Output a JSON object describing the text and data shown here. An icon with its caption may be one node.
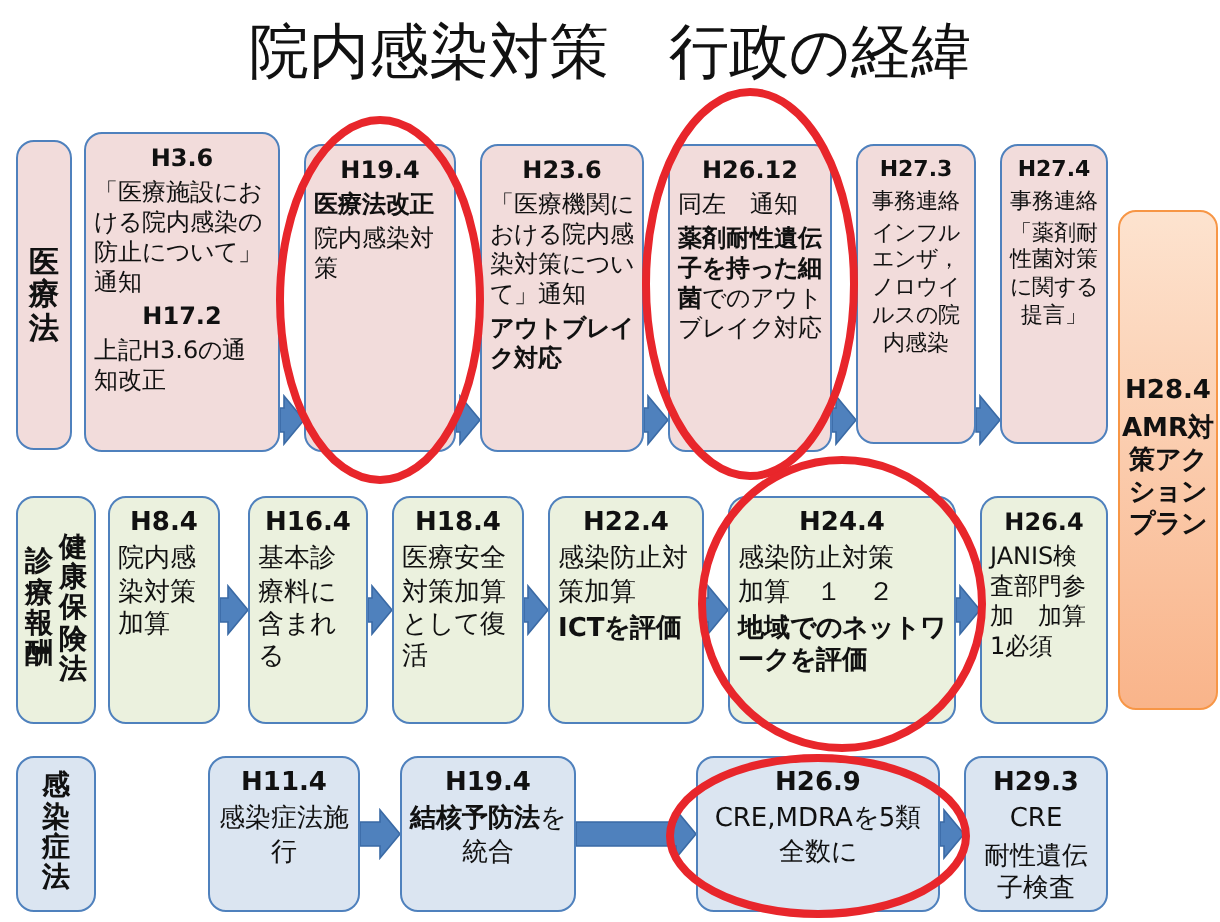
{
  "diagram": {
    "title": "院内感染対策　行政の経緯",
    "nodes": [
      {
        "text": [
          "医療法"
        ]
      },
      {
        "text": [
          "H3.6",
          "「医療施設における院内感染の防止について」通知",
          "H17.2",
          "上記H3.6の通知改正"
        ]
      },
      {
        "text": [
          "H19.4",
          "医療法改正",
          "院内感染対策"
        ]
      },
      {
        "text": [
          "H23.6",
          "「医療機関における院内感染対策について」通知",
          "アウトブレイク対応"
        ]
      },
      {
        "text": [
          "H26.12",
          "同左　通知",
          "**薬剤耐性遺伝子を持った細菌**でのアウトブレイク対応"
        ]
      },
      {
        "text": [
          "H27.3",
          "事務連絡",
          "インフルエンザ，ノロウイルスの院内感染"
        ]
      },
      {
        "text": [
          "H27.4",
          "事務連絡",
          "「薬剤耐性菌対策に関する提言」"
        ]
      },
      {
        "text": [
          "H28.4",
          "AMR対策アクションプラン"
        ]
      },
      {
        "text": [
          "診療報酬",
          "健康保険法"
        ]
      },
      {
        "text": [
          "H8.4",
          "院内感染対策加算"
        ]
      },
      {
        "text": [
          "H16.4",
          "基本診療料に含まれる"
        ]
      },
      {
        "text": [
          "H18.4",
          "医療安全対策加算として復活"
        ]
      },
      {
        "text": [
          "H22.4",
          "感染防止対策加算",
          "ICTを評価"
        ]
      },
      {
        "text": [
          "H24.4",
          "感染防止対策加算　１　２",
          "地域でのネットワークを評価"
        ]
      },
      {
        "text": [
          "H26.4",
          "JANIS検査部門参加　加算1必須"
        ]
      },
      {
        "text": [
          "感染症法"
        ]
      },
      {
        "text": [
          "H11.4",
          "感染症法施行"
        ]
      },
      {
        "text": [
          "H19.4",
          "**結核予防法**を統合"
        ]
      },
      {
        "text": [
          "H26.9",
          "CRE,MDRAを5類全数に"
        ]
      },
      {
        "text": [
          "H29.3",
          "CRE",
          "耐性遺伝子検査"
        ]
      }
    ],
    "edges": [
      {
        "from": 1,
        "to": 2,
        "arrow": "to"
      },
      {
        "from": 2,
        "to": 3,
        "arrow": "to"
      },
      {
        "from": 3,
        "to": 4,
        "arrow": "to"
      },
      {
        "from": 4,
        "to": 5,
        "arrow": "to"
      },
      {
        "from": 5,
        "to": 6,
        "arrow": "to"
      },
      {
        "from": 9,
        "to": 10,
        "arrow": "to"
      },
      {
        "from": 10,
        "to": 11,
        "arrow": "to"
      },
      {
        "from": 11,
        "to": 12,
        "arrow": "to"
      },
      {
        "from": 12,
        "to": 13,
        "arrow": "to"
      },
      {
        "from": 13,
        "to": 14,
        "arrow": "to"
      },
      {
        "from": 16,
        "to": 17,
        "arrow": "to"
      },
      {
        "from": 17,
        "to": 18,
        "arrow": "to"
      },
      {
        "from": 18,
        "to": 19,
        "arrow": "to"
      }
    ]
  }
}
